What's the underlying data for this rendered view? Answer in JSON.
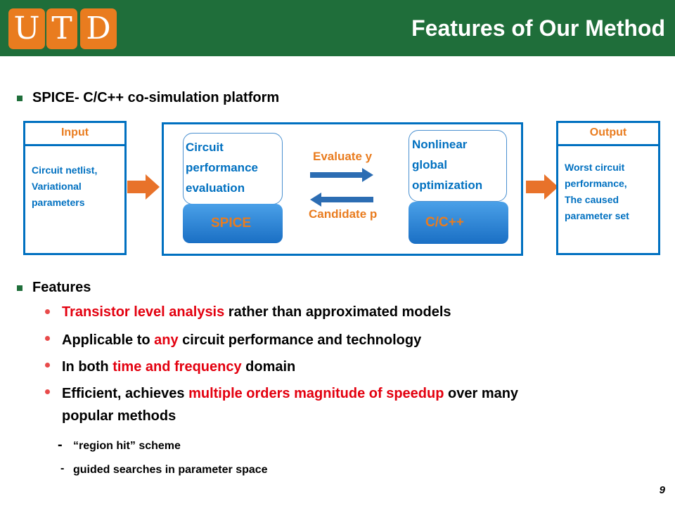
{
  "header": {
    "logo_letters": [
      "U",
      "T",
      "D"
    ],
    "title": "Features of Our Method",
    "bar_color": "#1f6e3a",
    "logo_color": "#e97c1f"
  },
  "section1": {
    "heading": "SPICE- C/C++ co-simulation platform"
  },
  "diagram": {
    "input": {
      "header": "Input",
      "lines": [
        "Circuit netlist,",
        "Variational",
        "parameters"
      ]
    },
    "output": {
      "header": "Output",
      "lines": [
        "Worst circuit",
        "performance,",
        "The caused",
        "parameter set"
      ]
    },
    "left_block": {
      "lines": [
        "Circuit",
        "performance",
        "evaluation"
      ],
      "button": "SPICE"
    },
    "right_block": {
      "lines": [
        "Nonlinear",
        "global",
        "optimization"
      ],
      "button": "C/C++"
    },
    "arrow_top_label": "Evaluate y",
    "arrow_bottom_label": "Candidate p"
  },
  "section2": {
    "heading": "Features",
    "items": [
      {
        "red": "Transistor level analysis",
        "rest": " rather than approximated models"
      },
      {
        "pre": "Applicable to ",
        "red": "any",
        "rest": " circuit performance and technology"
      },
      {
        "pre": "In both ",
        "red": "time and frequency",
        "rest": " domain"
      },
      {
        "pre": "Efficient, achieves ",
        "red": "multiple orders magnitude of speedup",
        "rest": " over many",
        "line2": "popular methods"
      }
    ],
    "subitems": [
      {
        "dash": "-",
        "text": "“region hit” scheme"
      },
      {
        "dash": "-",
        "text": "guided searches in parameter space"
      }
    ]
  },
  "page_number": "9"
}
